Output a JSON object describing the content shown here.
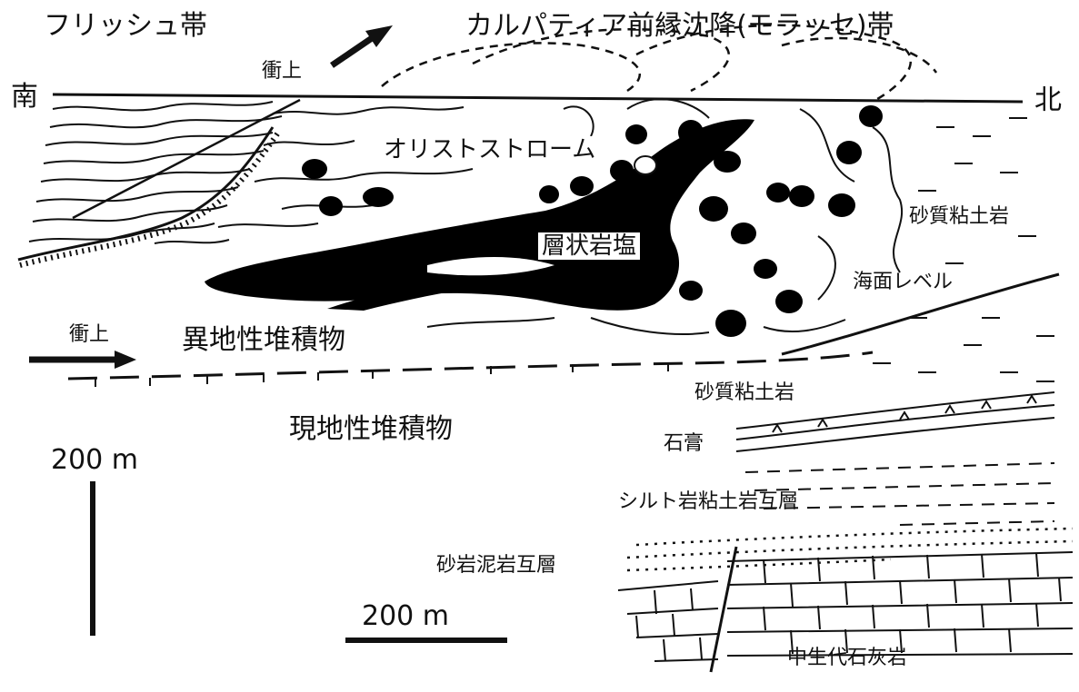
{
  "labels": {
    "flysch_zone": "フリッシュ帯",
    "carpathian_foredeep": "カルパティア前縁沈降(モラッセ)帯",
    "south": "南",
    "north": "北",
    "thrust_upper": "衝上",
    "thrust_lower": "衝上",
    "olistostrome": "オリストストローム",
    "bedded_salt": "層状岩塩",
    "sandy_claystone_upper": "砂質粘土岩",
    "sea_level": "海面レベル",
    "allochthonous": "異地性堆積物",
    "autochthonous": "現地性堆積物",
    "sandy_claystone_lower": "砂質粘土岩",
    "gypsum": "石膏",
    "siltstone_claystone": "シルト岩粘土岩互層",
    "sandstone_mudstone": "砂岩泥岩互層",
    "mesozoic_limestone": "中生代石灰岩",
    "scale_vertical": "200 m",
    "scale_horizontal": "200 m"
  }
}
